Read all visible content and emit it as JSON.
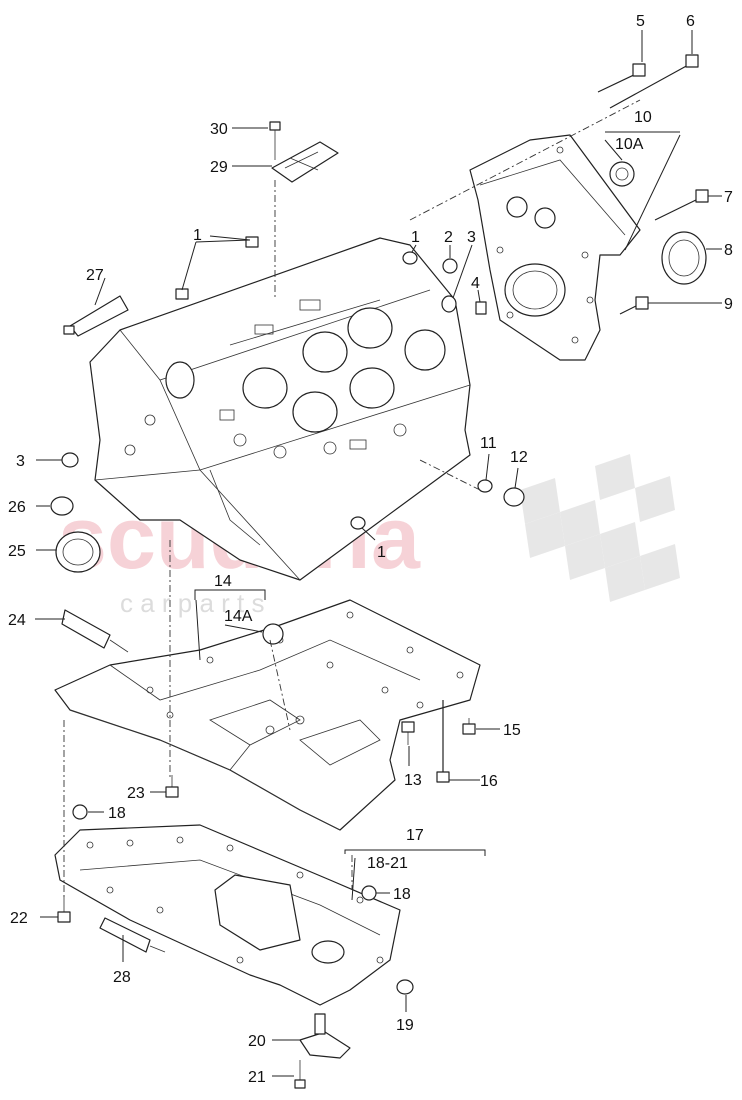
{
  "watermark": {
    "brand": "scuderia",
    "sub": "c a r p a r t s",
    "color": "#f2b8bf"
  },
  "callouts": {
    "c1a": "1",
    "c1b": "1",
    "c1c": "1",
    "c2": "2",
    "c3a": "3",
    "c3b": "3",
    "c4": "4",
    "c5": "5",
    "c6": "6",
    "c7": "7",
    "c8": "8",
    "c9": "9",
    "c10": "10",
    "c10a": "10A",
    "c11": "11",
    "c12": "12",
    "c13": "13",
    "c14": "14",
    "c14a": "14A",
    "c15": "15",
    "c16": "16",
    "c17": "17",
    "c17r": "18-21",
    "c18a": "18",
    "c18b": "18",
    "c19": "19",
    "c20": "20",
    "c21": "21",
    "c22": "22",
    "c23": "23",
    "c24": "24",
    "c25": "25",
    "c26": "26",
    "c27": "27",
    "c28": "28",
    "c29": "29",
    "c30": "30"
  }
}
